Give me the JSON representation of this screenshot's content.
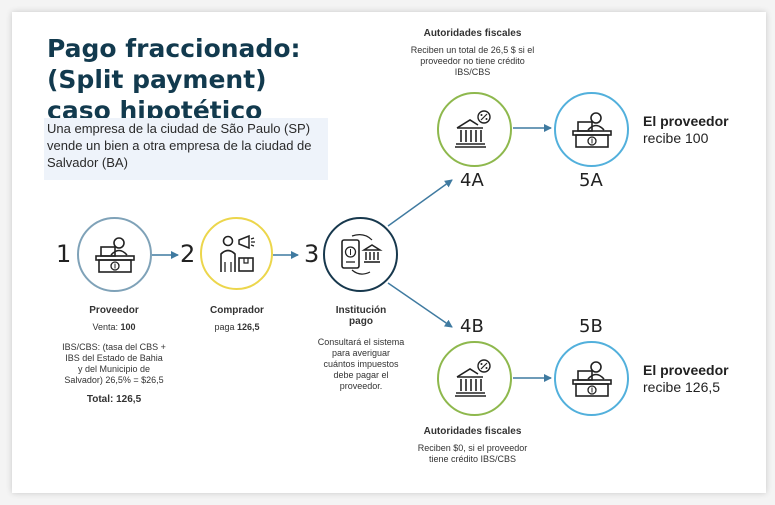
{
  "title": {
    "line1": "Pago fraccionado:",
    "line2": "(Split payment)",
    "line3": "caso hipotético"
  },
  "intro": "Una empresa de la ciudad de São Paulo (SP) vende un bien a otra empresa de la ciudad de Salvador (BA)",
  "steps": {
    "s1": {
      "number": "1",
      "name": "Proveedor",
      "sale_label": "Venta:",
      "sale_value": "100",
      "tax_note": "IBS/CBS: (tasa del CBS + IBS del Estado de Bahia y del Municipio de Salvador) 26,5% = $26,5",
      "total": "Total: 126,5"
    },
    "s2": {
      "number": "2",
      "name": "Comprador",
      "pay_label": "paga",
      "pay_value": "126,5"
    },
    "s3": {
      "number": "3",
      "name_line1": "Institución",
      "name_line2": "pago",
      "note": "Consultará el sistema para averiguar cuántos impuestos debe pagar el proveedor."
    },
    "s4a": {
      "number": "4A",
      "name": "Autoridades fiscales",
      "note": "Reciben un total de 26,5 $ si el proveedor no tiene crédito IBS/CBS"
    },
    "s5a": {
      "number": "5A",
      "name": "El proveedor",
      "receives": "recibe 100"
    },
    "s4b": {
      "number": "4B",
      "name": "Autoridades fiscales",
      "note": "Reciben $0, si el proveedor tiene crédito IBS/CBS"
    },
    "s5b": {
      "number": "5B",
      "name": "El proveedor",
      "receives": "recibe 126,5"
    }
  },
  "colors": {
    "title": "#123a4e",
    "arrow": "#3f7aa0",
    "ring_supplier": "#7fa2b8",
    "ring_buyer": "#ecd64c",
    "ring_institution": "#17384d",
    "ring_tax": "#8eb84d",
    "ring_receiver": "#52b0dc"
  }
}
